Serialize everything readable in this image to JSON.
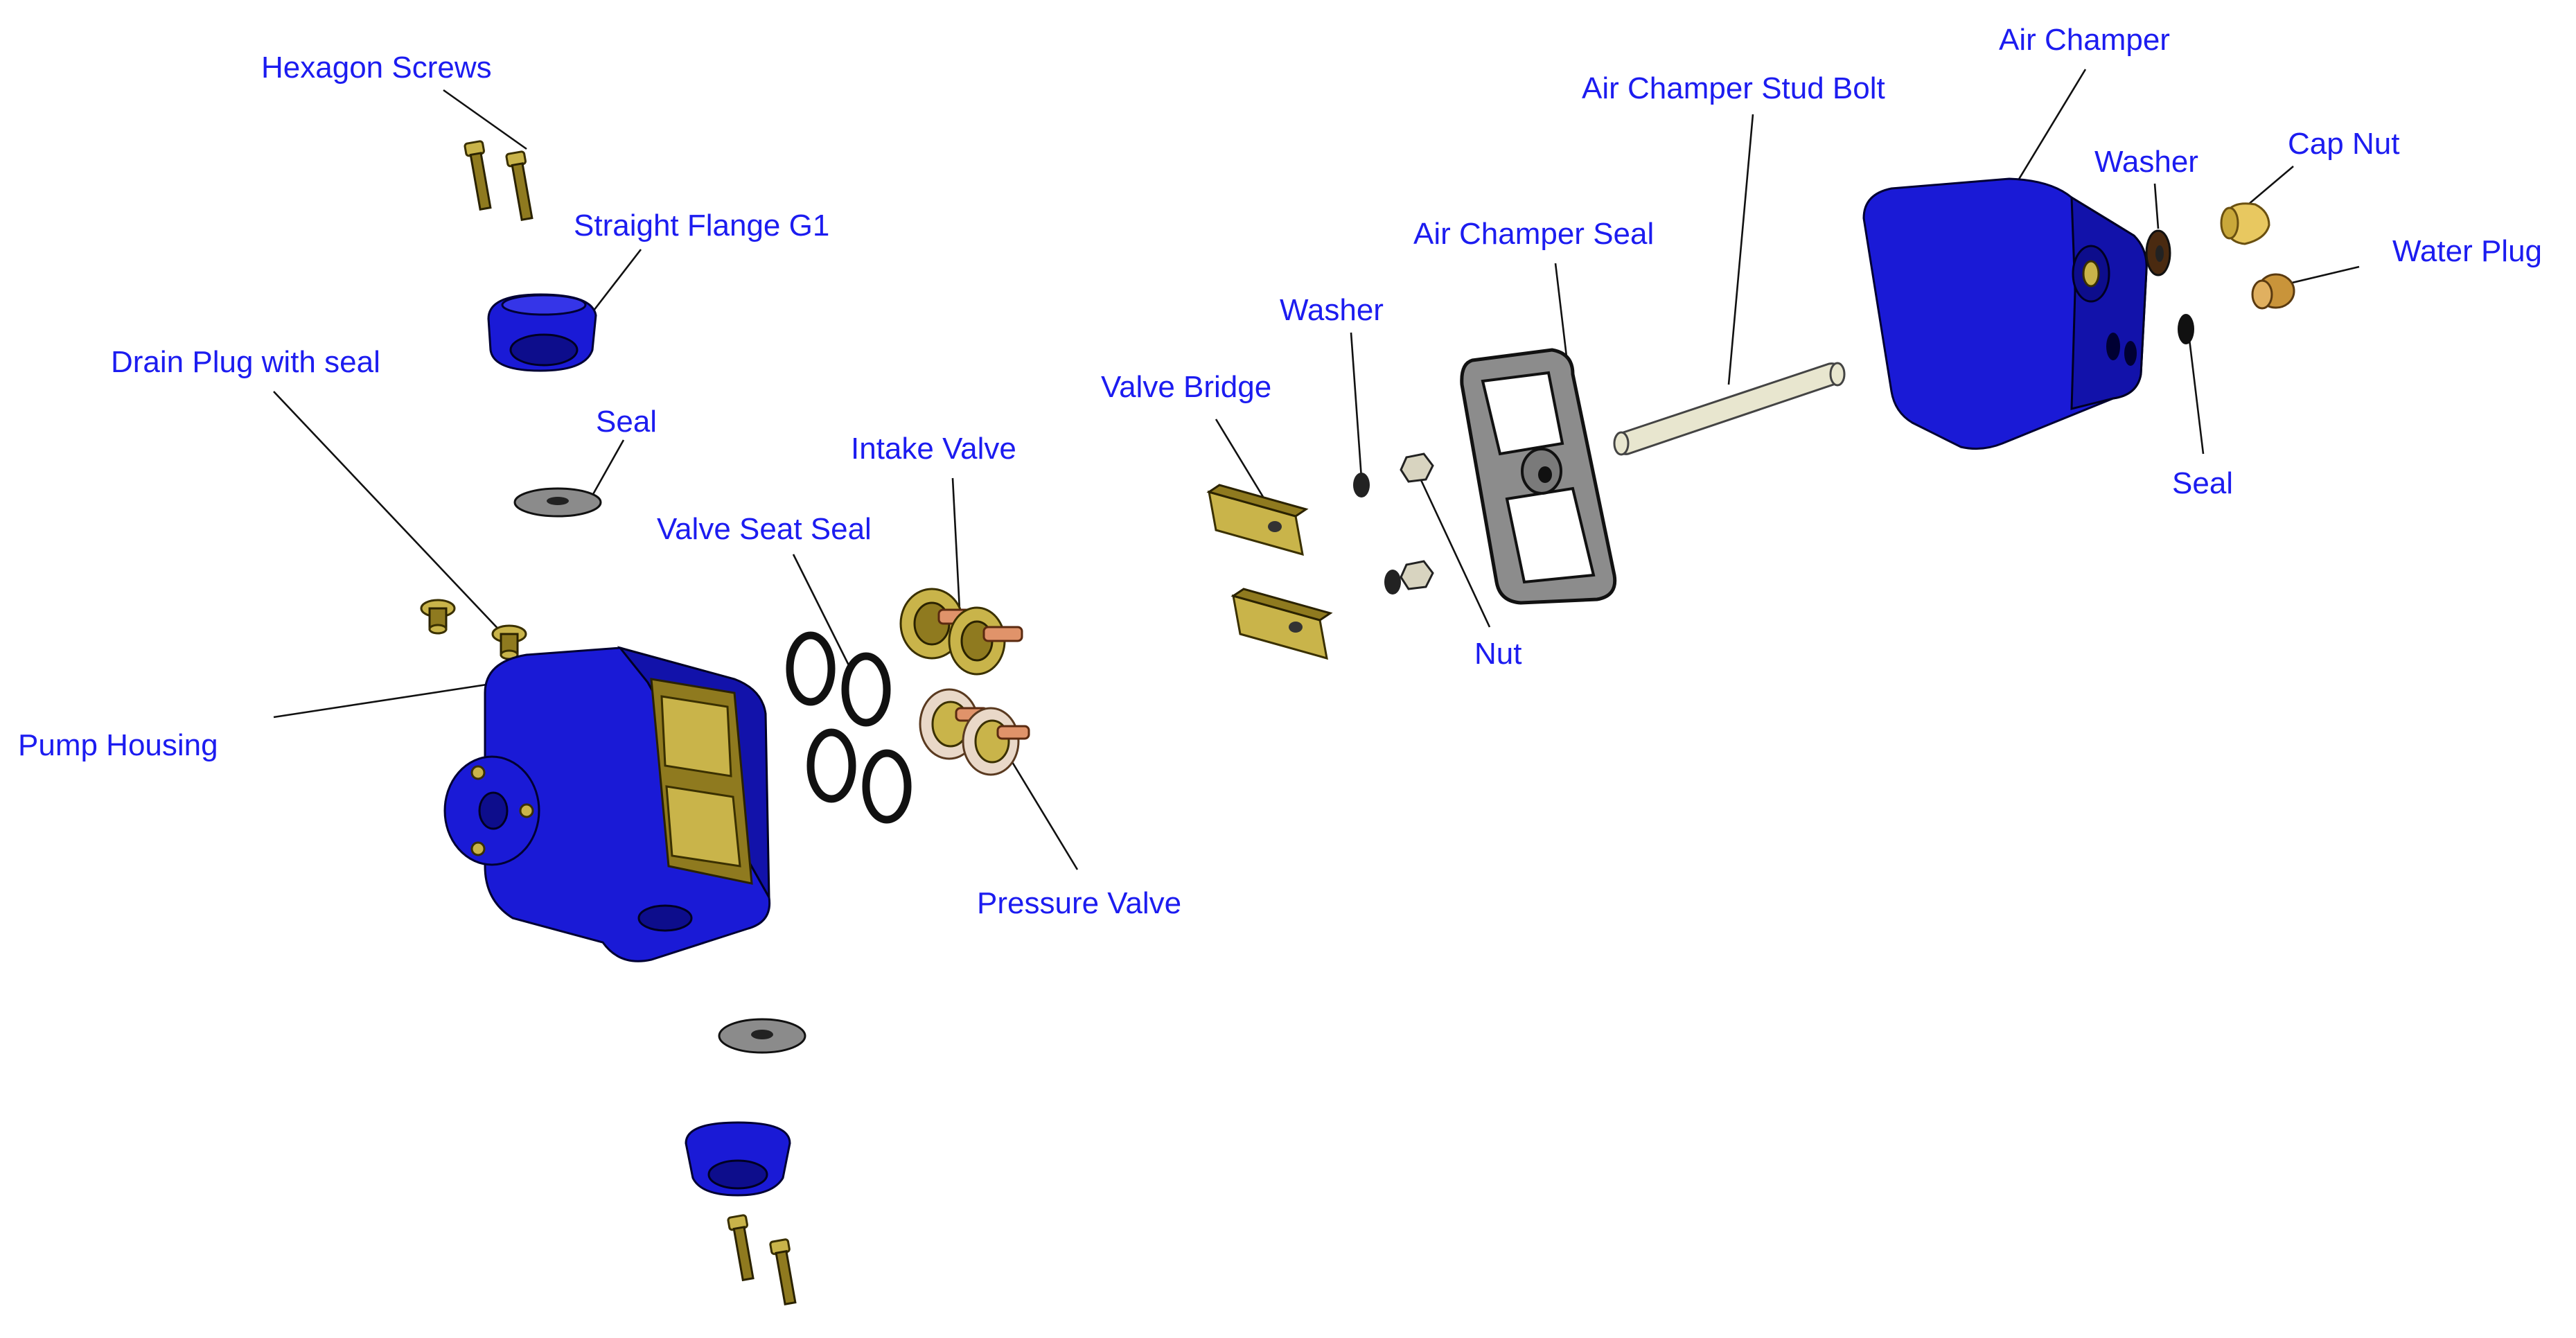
{
  "labels": {
    "hexagon_screws": "Hexagon Screws",
    "straight_flange": "Straight Flange G1",
    "drain_plug": "Drain Plug with seal",
    "seal_top": "Seal",
    "pump_housing": "Pump Housing",
    "valve_seat_seal": "Valve Seat Seal",
    "intake_valve": "Intake Valve",
    "pressure_valve": "Pressure Valve",
    "valve_bridge": "Valve Bridge",
    "washer_left": "Washer",
    "nut": "Nut",
    "air_champer_seal": "Air Champer Seal",
    "air_champer_stud_bolt": "Air Champer Stud Bolt",
    "air_champer": "Air Champer",
    "washer_right": "Washer",
    "cap_nut": "Cap Nut",
    "water_plug": "Water Plug",
    "seal_right": "Seal"
  },
  "colors": {
    "label_text": "#1c1cf0",
    "housing_blue": "#1a1ad6",
    "brass": "#c9b44a",
    "leader_line": "#111111"
  }
}
